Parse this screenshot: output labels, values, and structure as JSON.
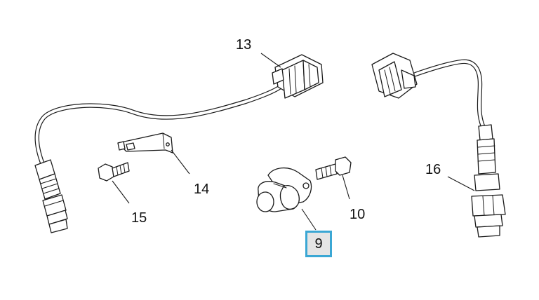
{
  "callouts": {
    "part_9": "9",
    "part_10": "10",
    "part_13": "13",
    "part_14": "14",
    "part_15": "15",
    "part_16": "16"
  },
  "highlight": {
    "part": "9",
    "border_color": "#3ba7d4",
    "fill_color": "#e5e5e5"
  }
}
